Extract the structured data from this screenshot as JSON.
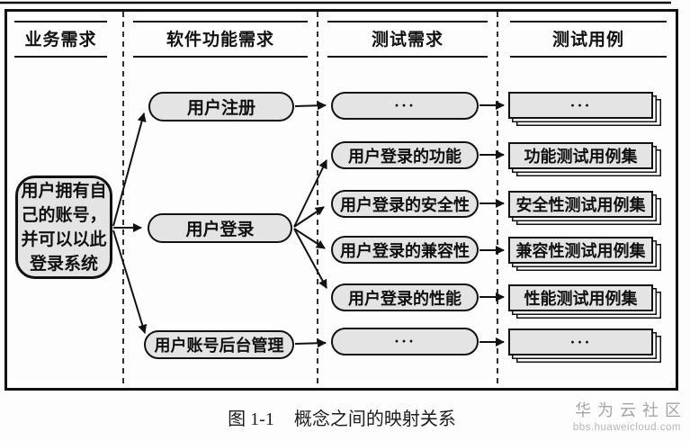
{
  "figure": {
    "caption": {
      "label": "图 1-1",
      "title": "概念之间的映射关系"
    },
    "watermark": {
      "line1": "华为云社区",
      "line2": "bbs.huaweicloud.com"
    }
  },
  "diagram": {
    "columns": [
      {
        "header": "业务需求"
      },
      {
        "header": "软件功能需求"
      },
      {
        "header": "测试需求"
      },
      {
        "header": "测试用例"
      }
    ],
    "business_node": {
      "label": "用户拥有自\n己的账号，\n并可以以此\n登录系统"
    },
    "software_nodes": [
      {
        "label": "用户注册"
      },
      {
        "label": "用户登录"
      },
      {
        "label": "用户账号后台管理"
      }
    ],
    "test_req_nodes": [
      {
        "label": "···"
      },
      {
        "label": "用户登录的功能"
      },
      {
        "label": "用户登录的安全性"
      },
      {
        "label": "用户登录的兼容性"
      },
      {
        "label": "用户登录的性能"
      },
      {
        "label": "···"
      }
    ],
    "test_case_nodes": [
      {
        "label": "···"
      },
      {
        "label": "功能测试用例集"
      },
      {
        "label": "安全性测试用例集"
      },
      {
        "label": "兼容性测试用例集"
      },
      {
        "label": "性能测试用例集"
      },
      {
        "label": "···"
      }
    ],
    "colors": {
      "node_fill": "#e4e4e4",
      "line": "#121212",
      "watermark_gray": "#a5a5a5"
    }
  }
}
